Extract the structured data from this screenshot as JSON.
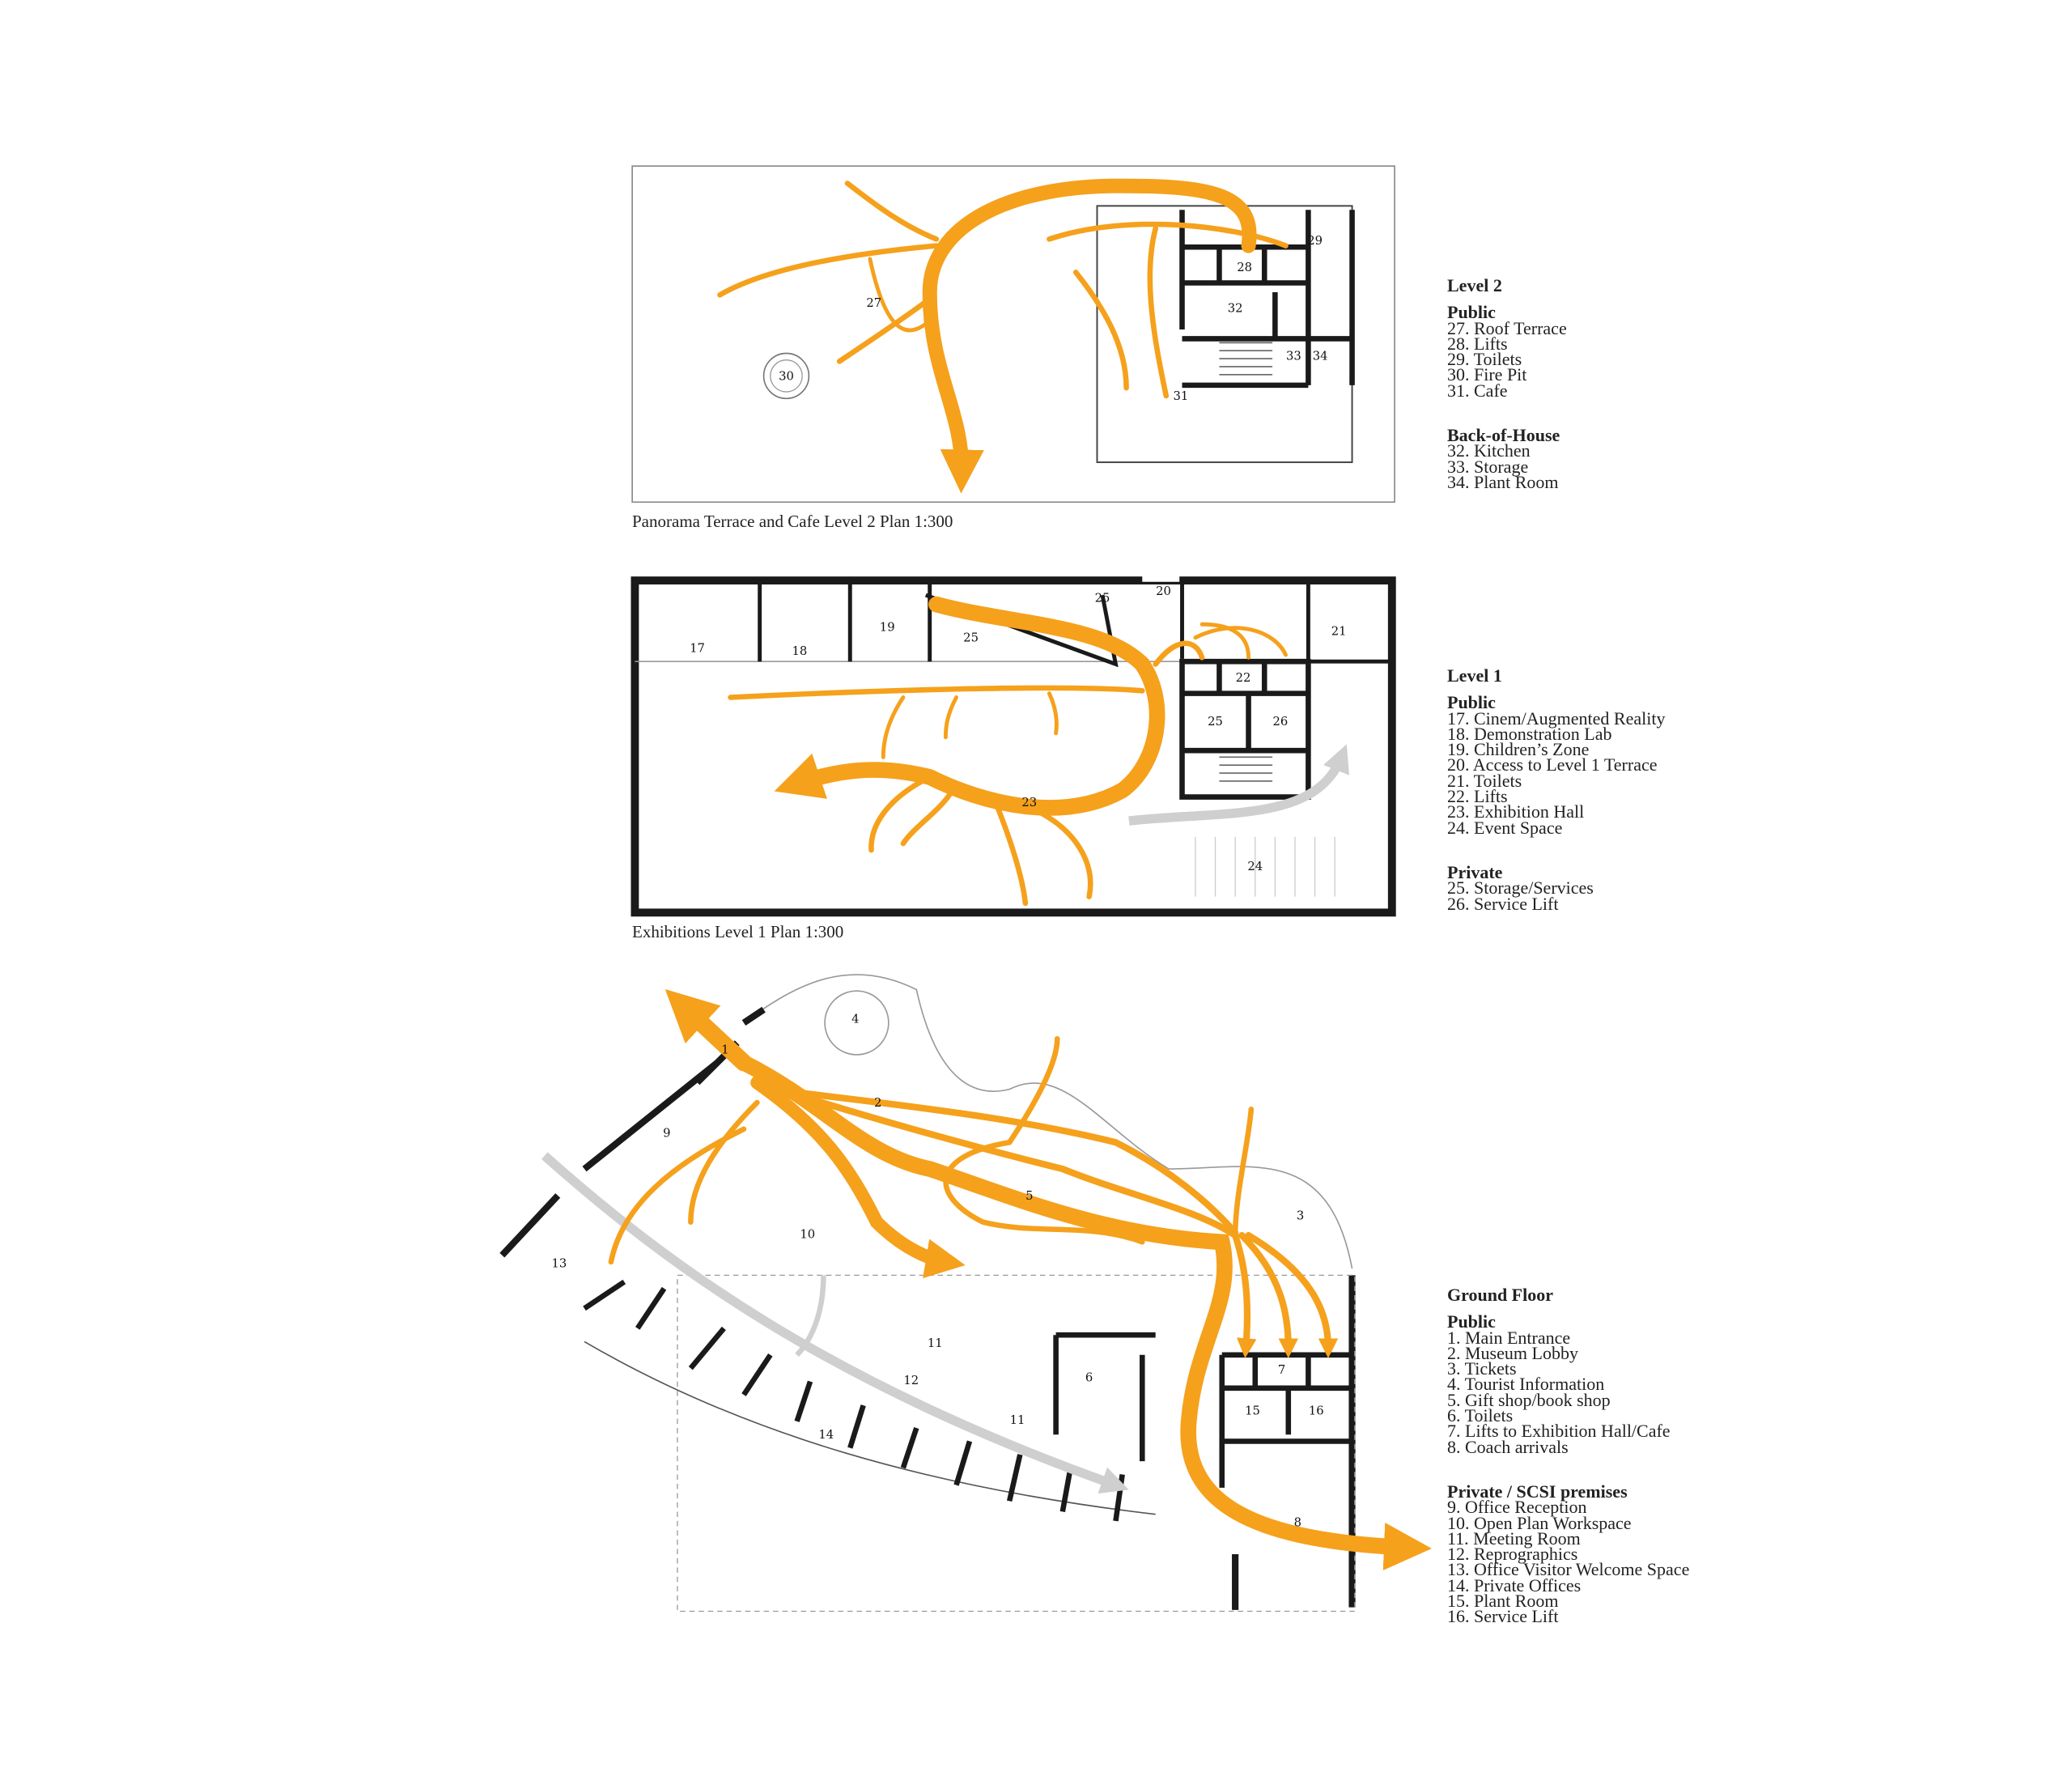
{
  "colors": {
    "flow": "#F5A11C",
    "secondary_flow": "#CFCFCF",
    "wall": "#1A1A1A",
    "line": "#9A9A9A"
  },
  "captions": {
    "level2": "Panorama Terrace and Cafe Level 2 Plan 1:300",
    "level1": "Exhibitions Level 1 Plan 1:300"
  },
  "legend": {
    "level2": {
      "title": "Level 2",
      "groups": [
        {
          "heading": "Public",
          "items": [
            "27. Roof Terrace",
            "28. Lifts",
            "29. Toilets",
            "30. Fire Pit",
            "31. Cafe"
          ]
        },
        {
          "heading": "Back-of-House",
          "items": [
            "32. Kitchen",
            "33. Storage",
            "34. Plant Room"
          ]
        }
      ]
    },
    "level1": {
      "title": "Level 1",
      "groups": [
        {
          "heading": "Public",
          "items": [
            "17. Cinem/Augmented Reality",
            "18. Demonstration Lab",
            "19. Children’s Zone",
            "20. Access to Level 1 Terrace",
            "21. Toilets",
            "22. Lifts",
            "23. Exhibition Hall",
            "24. Event Space"
          ]
        },
        {
          "heading": "Private",
          "items": [
            "25. Storage/Services",
            "26. Service Lift"
          ]
        }
      ]
    },
    "ground": {
      "title": "Ground Floor",
      "groups": [
        {
          "heading": "Public",
          "items": [
            "1. Main Entrance",
            "2. Museum Lobby",
            "3. Tickets",
            "4. Tourist Information",
            "5. Gift shop/book shop",
            "6. Toilets",
            "7. Lifts to Exhibition Hall/Cafe",
            "8. Coach arrivals"
          ]
        },
        {
          "heading": "Private / SCSI premises",
          "items": [
            "9. Office Reception",
            "10. Open Plan Workspace",
            "11. Meeting Room",
            "12. Reprographics",
            "13. Office Visitor Welcome Space",
            "14. Private Offices",
            "15. Plant Room",
            "16. Service Lift"
          ]
        }
      ]
    }
  },
  "room_labels": {
    "level2": [
      "27",
      "28",
      "29",
      "30",
      "31",
      "32",
      "33",
      "34"
    ],
    "level1": [
      "17",
      "18",
      "19",
      "20",
      "21",
      "22",
      "23",
      "24",
      "25",
      "25",
      "25",
      "26"
    ],
    "ground": [
      "1",
      "2",
      "3",
      "4",
      "5",
      "6",
      "7",
      "8",
      "9",
      "10",
      "11",
      "11",
      "12",
      "13",
      "14",
      "15",
      "16"
    ]
  }
}
